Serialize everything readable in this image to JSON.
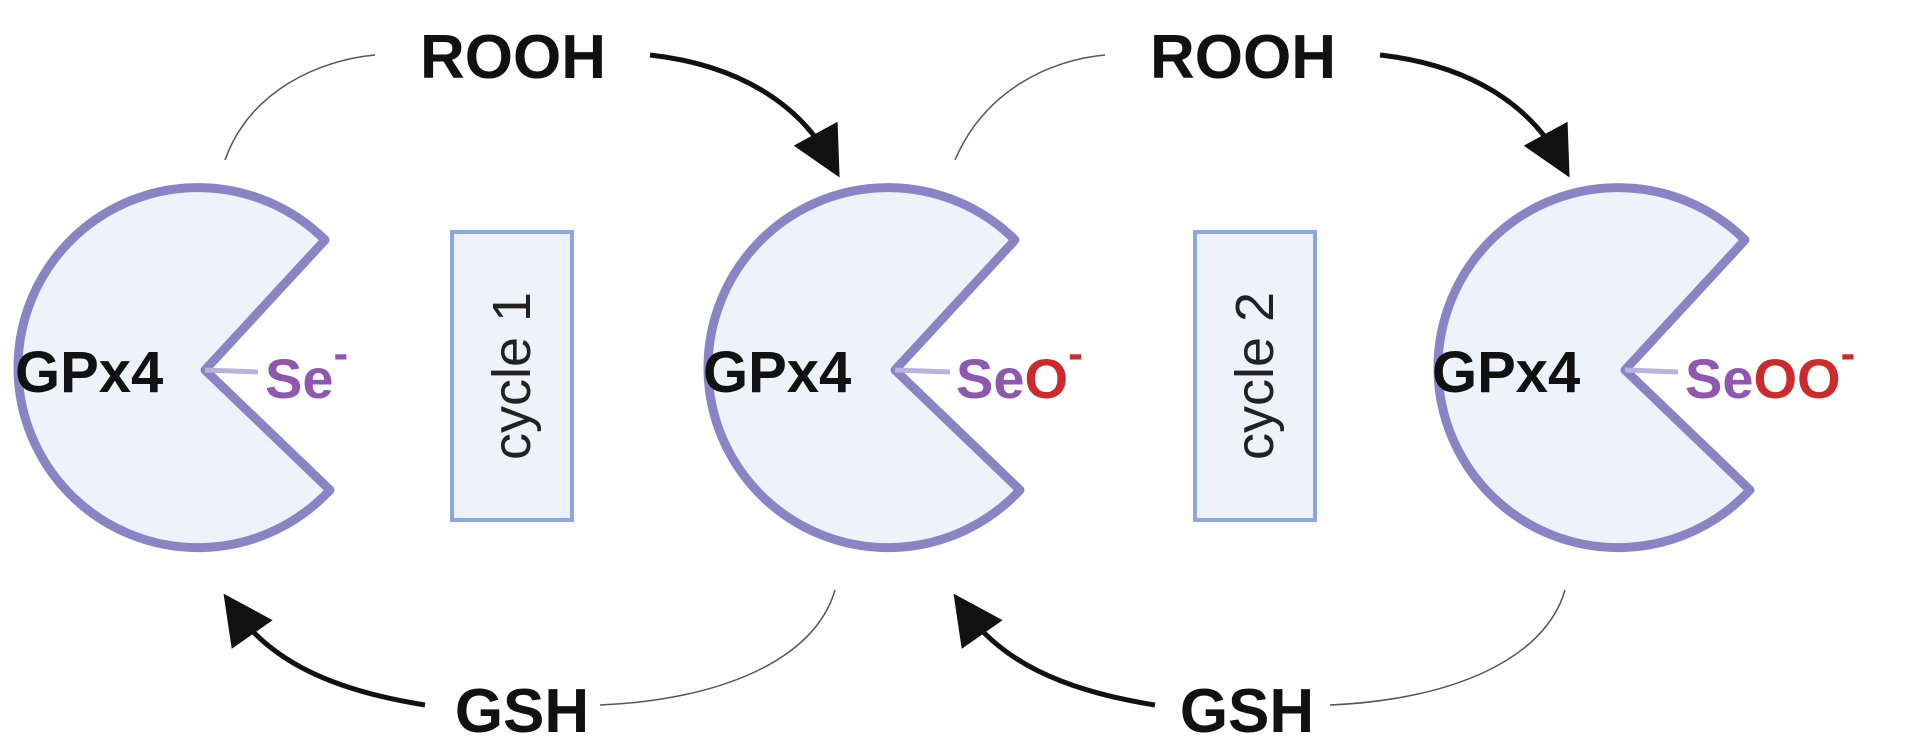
{
  "colors": {
    "enzyme_stroke": "#8a84c4",
    "enzyme_fill": "#eef3fb",
    "selenium": "#8e58b0",
    "oxygen": "#cc2b2b",
    "box_stroke": "#8aa8d8",
    "box_fill": "#eef3fb",
    "arrow": "#111111"
  },
  "enzymes": [
    {
      "label": "GPx4",
      "se": "Se",
      "o": "",
      "charge": "-"
    },
    {
      "label": "GPx4",
      "se": "Se",
      "o": "O",
      "charge": "-"
    },
    {
      "label": "GPx4",
      "se": "Se",
      "o": "OO",
      "charge": "-"
    }
  ],
  "cycles": [
    {
      "label": "cycle 1"
    },
    {
      "label": "cycle 2"
    }
  ],
  "reagents": {
    "top": [
      "ROOH",
      "ROOH"
    ],
    "bottom": [
      "GSH",
      "GSH"
    ]
  }
}
